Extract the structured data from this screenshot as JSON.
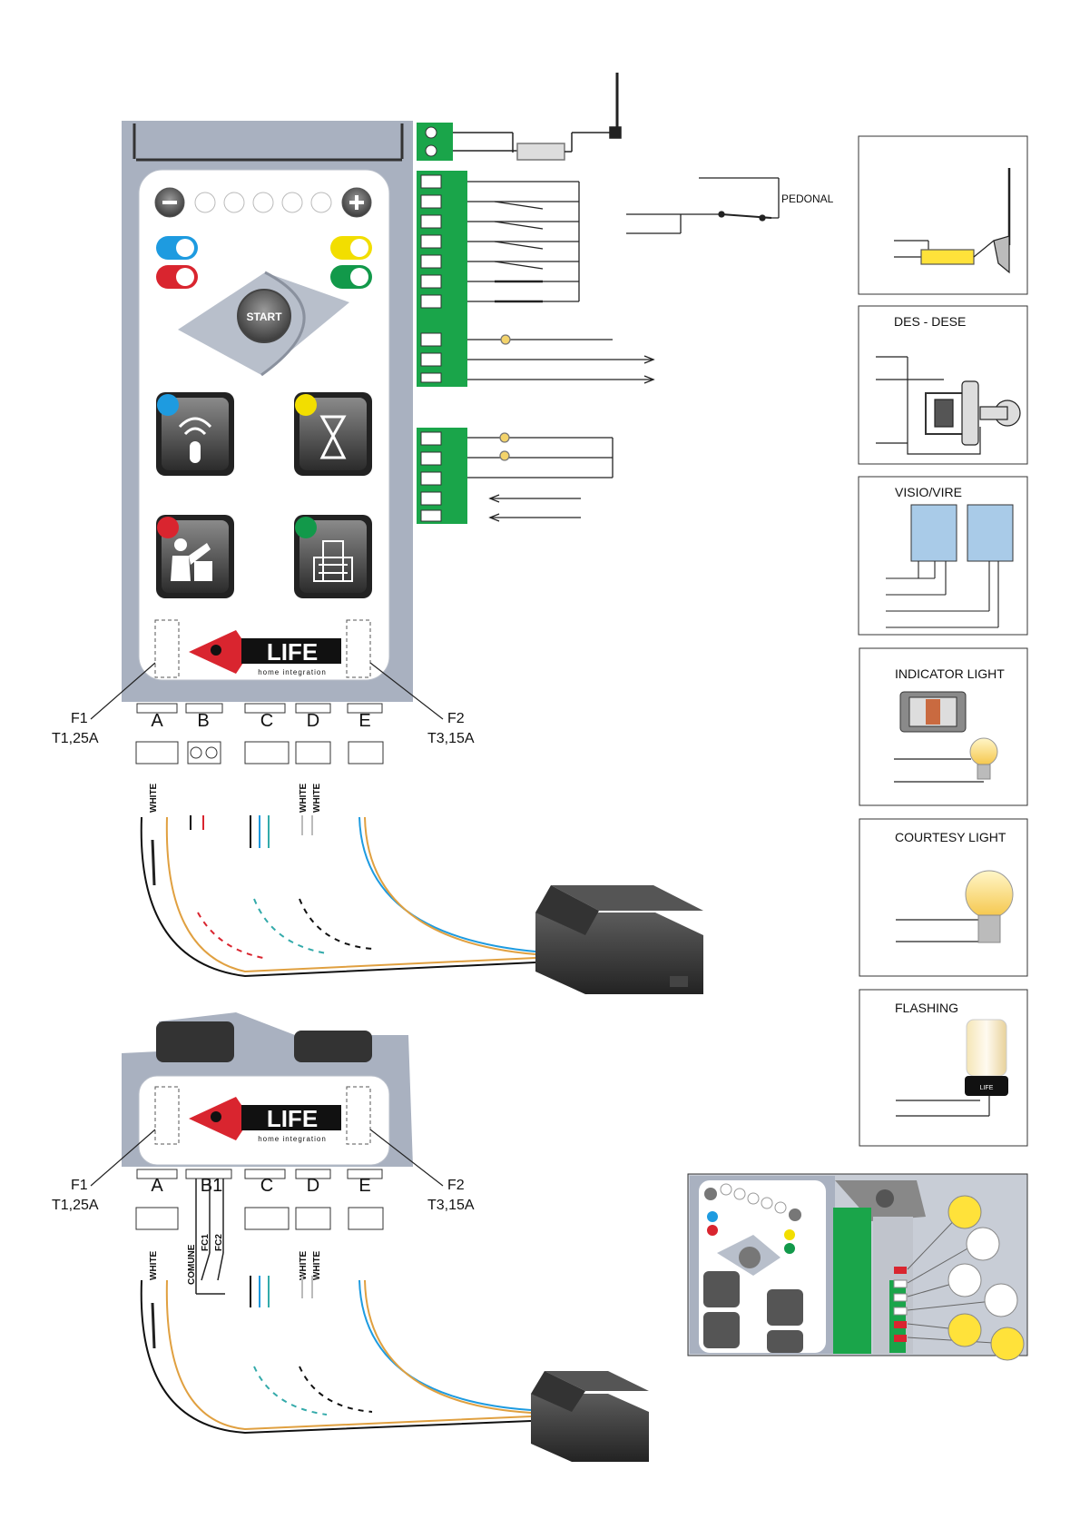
{
  "panel": {
    "start_label": "START",
    "logo_text": "LIFE",
    "logo_subtitle": "home integration"
  },
  "fuses": {
    "f1_name": "F1",
    "f1_rating": "T1,25A",
    "f2_name": "F2",
    "f2_rating": "T3,15A"
  },
  "connectors_top": [
    "A",
    "B",
    "C",
    "D",
    "E"
  ],
  "connectors_bottom": [
    "A",
    "B1",
    "C",
    "D",
    "E"
  ],
  "wire_labels": {
    "white": "WHITE",
    "comune": "COMUNE",
    "fc1": "FC1",
    "fc2": "FC2"
  },
  "pedonal_label": "PEDONAL",
  "side_panels": {
    "des_dese": "DES - DESE",
    "visio_vire": "VISIO/VIRE",
    "indicator_light": "INDICATOR LIGHT",
    "courtesy_light": "COURTESY LIGHT",
    "flashing": "FLASHING",
    "flashing_brand": "LIFE"
  },
  "colors": {
    "panel_frame": "#a9b1c0",
    "terminal_green": "#1aa54a",
    "led_blue": "#1e9be0",
    "led_red": "#d9252f",
    "led_yellow": "#f2de00",
    "led_green": "#12994a",
    "lamp_yellow": "#ffe23a",
    "logo_red": "#d9252f"
  }
}
